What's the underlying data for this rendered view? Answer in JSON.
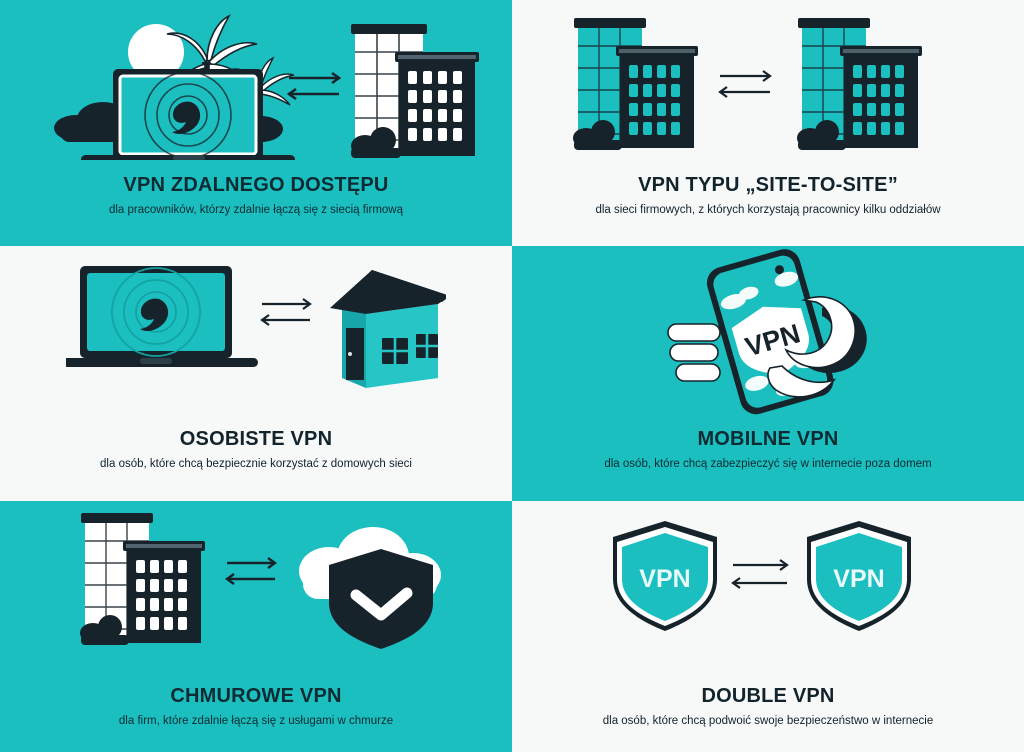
{
  "theme": {
    "teal": "#1cbfbf",
    "light": "#f7f8f8",
    "dark": "#16232b",
    "white": "#ffffff"
  },
  "cells": [
    {
      "id": "remote-access-vpn",
      "background": "teal",
      "title": "VPN ZDALNEGO DOSTĘPU",
      "subtitle": "dla pracowników, którzy zdalnie łączą się z siecią firmową",
      "icons": [
        "laptop-icon",
        "palm-tree-icon",
        "sun-icon",
        "cloud-icon",
        "double-arrow-icon",
        "office-buildings-icon"
      ]
    },
    {
      "id": "site-to-site-vpn",
      "background": "light",
      "title": "VPN TYPU „SITE-TO-SITE”",
      "subtitle": "dla sieci firmowych, z których korzystają pracownicy kilku oddziałów",
      "icons": [
        "office-buildings-icon",
        "double-arrow-icon",
        "office-buildings-icon"
      ]
    },
    {
      "id": "personal-vpn",
      "background": "light",
      "title": "OSOBISTE VPN",
      "subtitle": "dla osób, które chcą bezpiecznie korzystać z domowych sieci",
      "icons": [
        "laptop-icon",
        "double-arrow-icon",
        "house-icon"
      ]
    },
    {
      "id": "mobile-vpn",
      "background": "teal",
      "title": "MOBILNE VPN",
      "subtitle": "dla osób, które chcą zabezpieczyć się w internecie poza domem",
      "icons": [
        "hand-holding-phone-icon",
        "vpn-shield-icon",
        "cloud-icon"
      ],
      "phone_screen_label": "VPN"
    },
    {
      "id": "cloud-vpn",
      "background": "teal",
      "title": "CHMUROWE VPN",
      "subtitle": "dla firm, które zdalnie łączą się z usługami w chmurze",
      "icons": [
        "office-buildings-icon",
        "double-arrow-icon",
        "cloud-icon",
        "shield-check-icon"
      ]
    },
    {
      "id": "double-vpn",
      "background": "light",
      "title": "DOUBLE VPN",
      "subtitle": "dla osób, które chcą podwoić swoje bezpieczeństwo w internecie",
      "icons": [
        "vpn-shield-icon",
        "double-arrow-icon",
        "vpn-shield-icon"
      ],
      "shield_label_left": "VPN",
      "shield_label_right": "VPN"
    }
  ]
}
